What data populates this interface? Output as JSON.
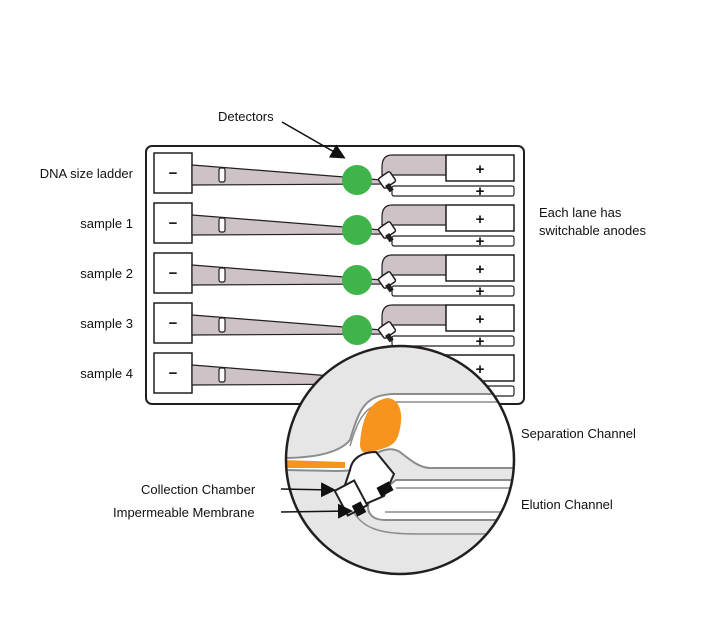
{
  "labels": {
    "detectors": "Detectors",
    "anodes_line1": "Each lane has",
    "anodes_line2": "switchable anodes",
    "separation_channel": "Separation Channel",
    "elution_channel": "Elution Channel",
    "collection_chamber": "Collection Chamber",
    "impermeable_membrane": "Impermeable Membrane"
  },
  "lanes": [
    {
      "label": "DNA size ladder",
      "cathode": "−",
      "anode_top": "+",
      "anode_bottom": "+"
    },
    {
      "label": "sample 1",
      "cathode": "−",
      "anode_top": "+",
      "anode_bottom": "+"
    },
    {
      "label": "sample 2",
      "cathode": "−",
      "anode_top": "+",
      "anode_bottom": "+"
    },
    {
      "label": "sample 3",
      "cathode": "−",
      "anode_top": "+",
      "anode_bottom": "+"
    },
    {
      "label": "sample 4",
      "cathode": "−",
      "anode_top": "+",
      "anode_bottom": "+"
    }
  ],
  "colors": {
    "detector": "#3fb44a",
    "sample_band": "#f7941d",
    "channel_fill": "#cdc3c6",
    "cassette_outline": "#231f20",
    "inset_background": "#e6e6e6"
  }
}
